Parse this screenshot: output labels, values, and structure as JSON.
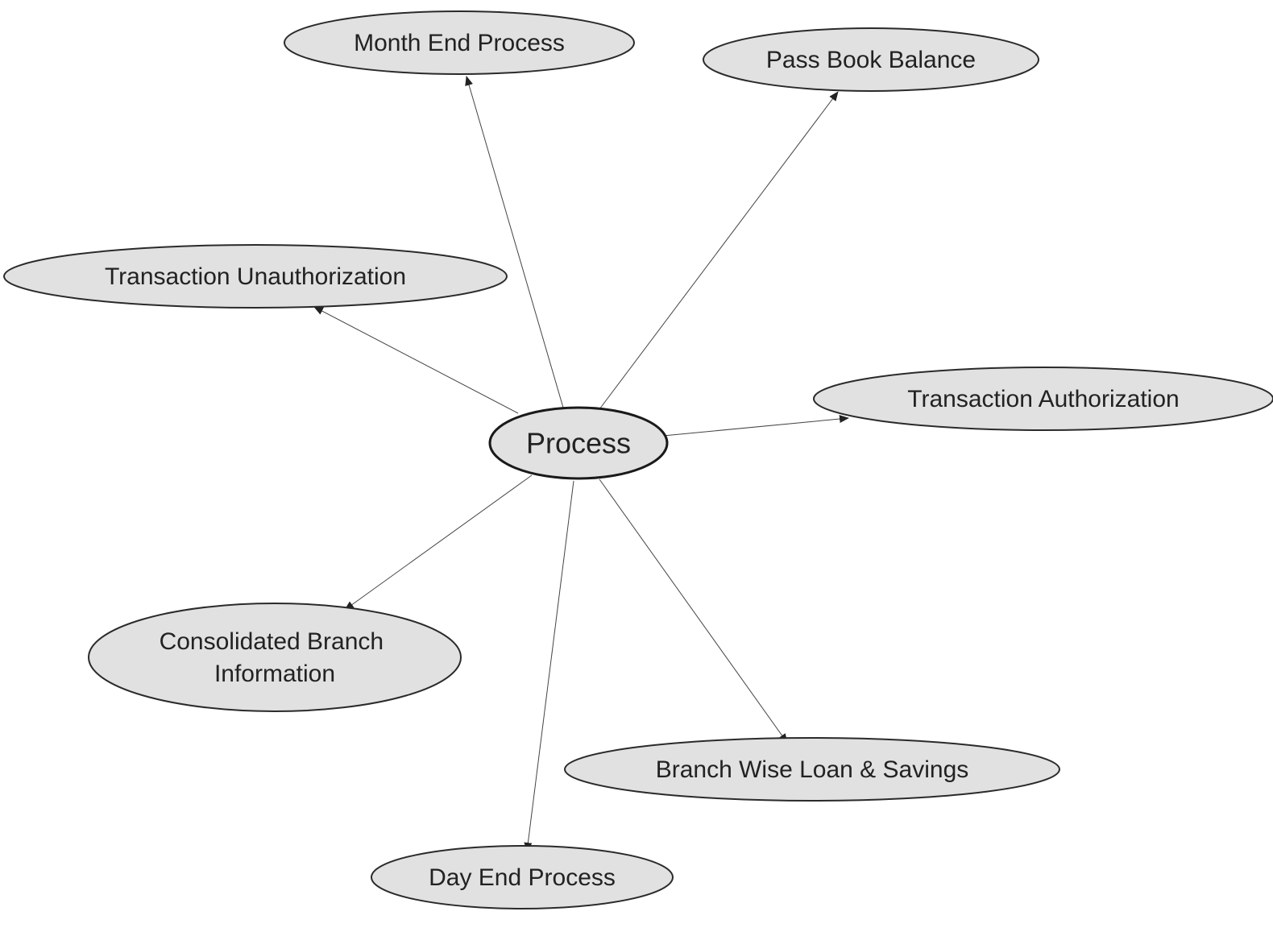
{
  "diagram": {
    "center": {
      "label": "Process"
    },
    "nodes": [
      {
        "id": "month-end-process",
        "lines": [
          "Month End Process"
        ]
      },
      {
        "id": "pass-book-balance",
        "lines": [
          "Pass Book Balance"
        ]
      },
      {
        "id": "transaction-unauthorization",
        "lines": [
          "Transaction Unauthorization"
        ]
      },
      {
        "id": "transaction-authorization",
        "lines": [
          "Transaction Authorization"
        ]
      },
      {
        "id": "consolidated-branch-information",
        "lines": [
          "Consolidated Branch",
          "Information"
        ]
      },
      {
        "id": "branch-wise-loan-savings",
        "lines": [
          "Branch Wise Loan & Savings"
        ]
      },
      {
        "id": "day-end-process",
        "lines": [
          "Day End Process"
        ]
      }
    ],
    "edges": [
      {
        "from": "center",
        "to": "month-end-process"
      },
      {
        "from": "center",
        "to": "pass-book-balance"
      },
      {
        "from": "center",
        "to": "transaction-unauthorization"
      },
      {
        "from": "center",
        "to": "transaction-authorization"
      },
      {
        "from": "center",
        "to": "consolidated-branch-information"
      },
      {
        "from": "center",
        "to": "branch-wise-loan-savings"
      },
      {
        "from": "center",
        "to": "day-end-process"
      }
    ],
    "colors": {
      "node_fill": "#e1e1e1",
      "stroke": "#2a2a2a",
      "edge": "#444444",
      "text": "#222222"
    }
  }
}
